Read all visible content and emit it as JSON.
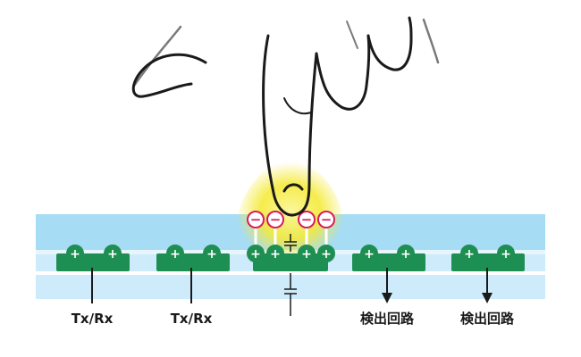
{
  "labels": {
    "electrode_1": "Tx/Rx",
    "electrode_2": "Tx/Rx",
    "electrode_4": "検出回路",
    "electrode_5": "検出回路"
  },
  "signs": {
    "positive": "+",
    "negative": "−"
  },
  "colors": {
    "glass_top": "#a6dcf4",
    "glass_bottom": "#cdebfa",
    "electrode": "#1e8f52",
    "positive_charge": "#1e8f52",
    "negative_charge": "#d81b60",
    "glow": "#f5ea3a",
    "line": "#1a1a1a"
  },
  "icons": {
    "finger": "hand-pointing-down-icon",
    "arrow": "arrow-down-icon",
    "capacitor": "capacitor-icon"
  }
}
